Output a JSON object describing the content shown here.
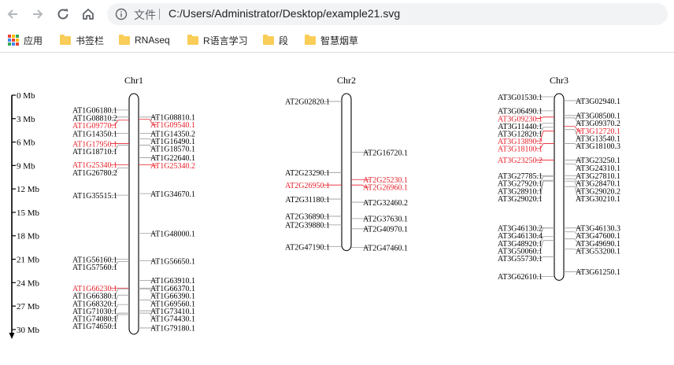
{
  "browser": {
    "file_label": "文件",
    "url": "C:/Users/Administrator/Desktop/example21.svg"
  },
  "bookmarks": {
    "apps": "应用",
    "items": [
      "书签栏",
      "RNAseq",
      "R语言学习",
      "段",
      "智慧烟草"
    ]
  },
  "colors": {
    "highlight": "#e8202a",
    "normal": "#000000",
    "line": "#999999"
  },
  "chart_data": {
    "type": "diagram",
    "scale": {
      "unit": "Mb",
      "ticks": [
        "0 Mb",
        "3 Mb",
        "6 Mb",
        "9 Mb",
        "12 Mb",
        "15 Mb",
        "18 Mb",
        "21 Mb",
        "24 Mb",
        "27 Mb",
        "30 Mb"
      ],
      "max": 30
    },
    "chromosomes": [
      {
        "name": "Chr1",
        "length": 30.4,
        "left": [
          {
            "label": "AT1G06180.1",
            "red": false,
            "pos": 1.9
          },
          {
            "label": "AT1G08810.2",
            "red": false,
            "pos": 2.8
          },
          {
            "label": "AT1G09770.1",
            "red": true,
            "pos": 3.2
          },
          {
            "label": "AT1G14350.1",
            "red": false,
            "pos": 4.9
          },
          {
            "label": "AT1G17950.1",
            "red": true,
            "pos": 6.2
          },
          {
            "label": "AT1G18710.1",
            "red": false,
            "pos": 6.4
          },
          {
            "label": "AT1G25340.1",
            "red": true,
            "pos": 8.9
          },
          {
            "label": "AT1G26780.2",
            "red": false,
            "pos": 9.3
          },
          {
            "label": "AT1G35515.1",
            "red": false,
            "pos": 12.8
          },
          {
            "label": "AT1G56160.1",
            "red": false,
            "pos": 21.0
          },
          {
            "label": "AT1G57560.1",
            "red": false,
            "pos": 21.3
          },
          {
            "label": "AT1G66230.1",
            "red": true,
            "pos": 24.7
          },
          {
            "label": "AT1G66380.1",
            "red": false,
            "pos": 24.8
          },
          {
            "label": "AT1G68320.1",
            "red": false,
            "pos": 25.6
          },
          {
            "label": "AT1G71030.1",
            "red": false,
            "pos": 26.8
          },
          {
            "label": "AT1G74080.1",
            "red": false,
            "pos": 27.9
          },
          {
            "label": "AT1G74650.1",
            "red": false,
            "pos": 28.1
          }
        ],
        "right": [
          {
            "label": "AT1G08810.1",
            "red": false,
            "pos": 2.8
          },
          {
            "label": "AT1G09540.1",
            "red": true,
            "pos": 3.1
          },
          {
            "label": "AT1G14350.2",
            "red": false,
            "pos": 4.9
          },
          {
            "label": "AT1G16490.1",
            "red": false,
            "pos": 5.6
          },
          {
            "label": "AT1G18570.1",
            "red": false,
            "pos": 6.4
          },
          {
            "label": "AT1G22640.1",
            "red": false,
            "pos": 8.0
          },
          {
            "label": "AT1G25340.2",
            "red": true,
            "pos": 8.9
          },
          {
            "label": "AT1G34670.1",
            "red": false,
            "pos": 12.6
          },
          {
            "label": "AT1G48000.1",
            "red": false,
            "pos": 17.7
          },
          {
            "label": "AT1G56650.1",
            "red": false,
            "pos": 21.2
          },
          {
            "label": "AT1G63910.1",
            "red": false,
            "pos": 23.7
          },
          {
            "label": "AT1G66370.1",
            "red": false,
            "pos": 24.7
          },
          {
            "label": "AT1G66390.1",
            "red": false,
            "pos": 24.8
          },
          {
            "label": "AT1G69560.1",
            "red": false,
            "pos": 26.2
          },
          {
            "label": "AT1G73410.1",
            "red": false,
            "pos": 27.6
          },
          {
            "label": "AT1G74430.1",
            "red": false,
            "pos": 27.9
          },
          {
            "label": "AT1G79180.1",
            "red": false,
            "pos": 29.8
          }
        ]
      },
      {
        "name": "Chr2",
        "length": 19.7,
        "left": [
          {
            "label": "AT2G02820.1",
            "red": false,
            "pos": 0.8
          },
          {
            "label": "AT2G23290.1",
            "red": false,
            "pos": 9.9
          },
          {
            "label": "AT2G26950.1",
            "red": true,
            "pos": 11.5
          },
          {
            "label": "AT2G31180.1",
            "red": false,
            "pos": 13.3
          },
          {
            "label": "AT2G36890.1",
            "red": false,
            "pos": 15.5
          },
          {
            "label": "AT2G39880.1",
            "red": false,
            "pos": 16.6
          },
          {
            "label": "AT2G47190.1",
            "red": false,
            "pos": 19.4
          }
        ],
        "right": [
          {
            "label": "AT2G16720.1",
            "red": false,
            "pos": 7.3
          },
          {
            "label": "AT2G25230.1",
            "red": true,
            "pos": 10.8
          },
          {
            "label": "AT2G26960.1",
            "red": true,
            "pos": 11.5
          },
          {
            "label": "AT2G32460.2",
            "red": false,
            "pos": 13.7
          },
          {
            "label": "AT2G37630.1",
            "red": false,
            "pos": 15.8
          },
          {
            "label": "AT2G40970.1",
            "red": false,
            "pos": 17.1
          },
          {
            "label": "AT2G47460.1",
            "red": false,
            "pos": 19.5
          }
        ]
      },
      {
        "name": "Chr3",
        "length": 23.5,
        "left": [
          {
            "label": "AT3G01530.1",
            "red": false,
            "pos": 0.2
          },
          {
            "label": "AT3G06490.1",
            "red": false,
            "pos": 2.0
          },
          {
            "label": "AT3G09230.1",
            "red": true,
            "pos": 2.8
          },
          {
            "label": "AT3G11440.1",
            "red": false,
            "pos": 3.6
          },
          {
            "label": "AT3G12820.1",
            "red": false,
            "pos": 4.1
          },
          {
            "label": "AT3G13890.2",
            "red": true,
            "pos": 4.6
          },
          {
            "label": "AT3G18100.1",
            "red": true,
            "pos": 6.2
          },
          {
            "label": "AT3G23250.2",
            "red": true,
            "pos": 8.3
          },
          {
            "label": "AT3G27785.1",
            "red": false,
            "pos": 10.3
          },
          {
            "label": "AT3G27920.1",
            "red": false,
            "pos": 10.4
          },
          {
            "label": "AT3G28910.1",
            "red": false,
            "pos": 10.9
          },
          {
            "label": "AT3G29020.1",
            "red": false,
            "pos": 11.0
          },
          {
            "label": "AT3G46130.2",
            "red": false,
            "pos": 17.0
          },
          {
            "label": "AT3G46130.4",
            "red": false,
            "pos": 17.0
          },
          {
            "label": "AT3G48920.1",
            "red": false,
            "pos": 18.1
          },
          {
            "label": "AT3G50060.1",
            "red": false,
            "pos": 18.6
          },
          {
            "label": "AT3G55730.1",
            "red": false,
            "pos": 20.7
          },
          {
            "label": "AT3G62610.1",
            "red": false,
            "pos": 23.2
          }
        ],
        "right": [
          {
            "label": "AT3G02940.1",
            "red": false,
            "pos": 0.7
          },
          {
            "label": "AT3G08500.1",
            "red": false,
            "pos": 2.6
          },
          {
            "label": "AT3G09370.2",
            "red": false,
            "pos": 2.9
          },
          {
            "label": "AT3G12720.1",
            "red": true,
            "pos": 4.0
          },
          {
            "label": "AT3G13540.1",
            "red": false,
            "pos": 4.4
          },
          {
            "label": "AT3G18100.3",
            "red": false,
            "pos": 6.2
          },
          {
            "label": "AT3G23250.1",
            "red": false,
            "pos": 8.3
          },
          {
            "label": "AT3G24310.1",
            "red": false,
            "pos": 8.8
          },
          {
            "label": "AT3G27810.1",
            "red": false,
            "pos": 10.3
          },
          {
            "label": "AT3G28470.1",
            "red": false,
            "pos": 10.7
          },
          {
            "label": "AT3G29020.2",
            "red": false,
            "pos": 11.0
          },
          {
            "label": "AT3G30210.1",
            "red": false,
            "pos": 11.7
          },
          {
            "label": "AT3G46130.3",
            "red": false,
            "pos": 17.0
          },
          {
            "label": "AT3G47600.1",
            "red": false,
            "pos": 17.5
          },
          {
            "label": "AT3G49690.1",
            "red": false,
            "pos": 18.4
          },
          {
            "label": "AT3G53200.1",
            "red": false,
            "pos": 19.7
          },
          {
            "label": "AT3G61250.1",
            "red": false,
            "pos": 22.6
          }
        ]
      }
    ]
  }
}
